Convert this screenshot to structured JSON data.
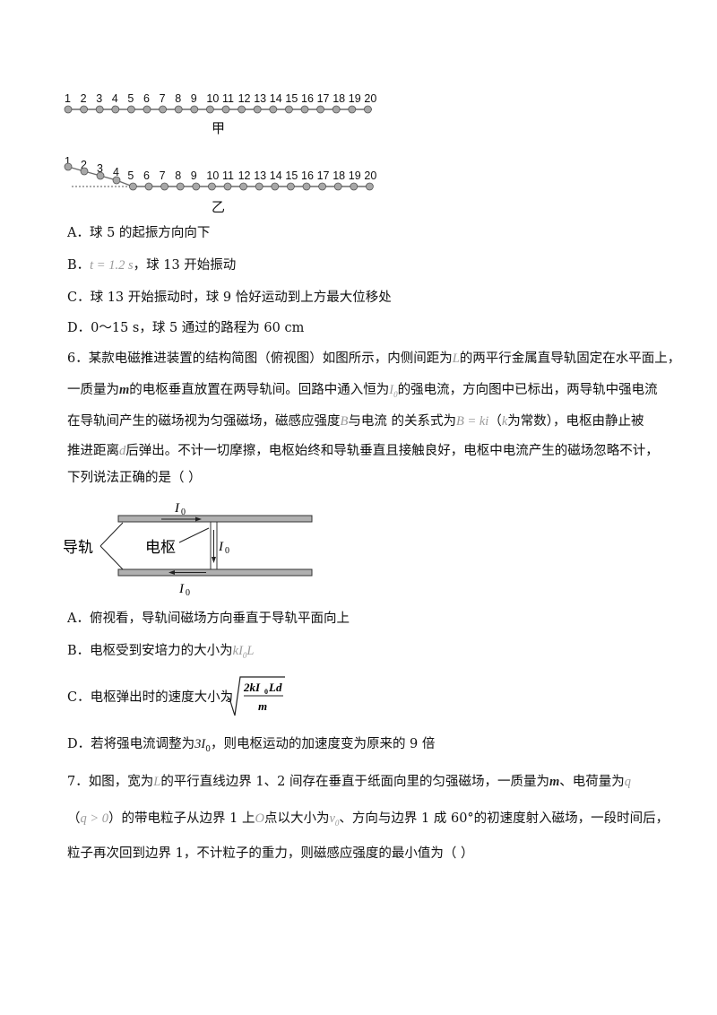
{
  "figure_jia": {
    "numbers": [
      "1",
      "2",
      "3",
      "4",
      "5",
      "6",
      "7",
      "8",
      "9",
      "10",
      "11",
      "12",
      "13",
      "14",
      "15",
      "16",
      "17",
      "18",
      "19",
      "20"
    ],
    "caption": "甲"
  },
  "figure_yi": {
    "numbers": [
      "1",
      "2",
      "3",
      "4",
      "5",
      "6",
      "7",
      "8",
      "9",
      "10",
      "11",
      "12",
      "13",
      "14",
      "15",
      "16",
      "17",
      "18",
      "19",
      "20"
    ],
    "caption": "乙"
  },
  "q5_options": {
    "A": "A．球 5 的起振方向向下",
    "B_prefix": "B．",
    "B_math": "t = 1.2 s",
    "B_suffix": "，球 13 开始振动",
    "C": "C．球 13 开始振动时，球 9 恰好运动到上方最大位移处",
    "D": "D．0～15 s，球 5 通过的路程为 60 cm"
  },
  "q6": {
    "l1_a": "6．某款电磁推进装置的结构简图（俯视图）如图所示，内侧间距为",
    "L": "L",
    "l1_b": "的两平行金属直导轨固定在水平面上，",
    "l2_a": "一质量为",
    "m": "m",
    "l2_b": "的电枢垂直放置在两导轨间。回路中通入恒为",
    "I0": "I",
    "I0_sub": "0",
    "l2_c": "的强电流，方向图中已标出，两导轨中强电流",
    "l3_a": "在导轨间产生的磁场视为匀强磁场，磁感应强度",
    "B": "B",
    "l3_b": "与电流  的关系式为",
    "formula": "B = ki",
    "l3_c": "（",
    "k": "k",
    "l3_d": "为常数），电枢由静止被",
    "l4_a": "推进距离",
    "d": "d",
    "l4_b": "后弹出。不计一切摩擦，电枢始终和导轨垂直且接触良好，电枢中电流产生的磁场忽略不计，",
    "l5": "下列说法正确的是（        ）"
  },
  "rail_figure": {
    "label_rail": "导轨",
    "label_armature": "电枢",
    "current": "I",
    "current_sub": "0"
  },
  "q6_options": {
    "A": "A．俯视看，导轨间磁场方向垂直于导轨平面向上",
    "B_prefix": "B．电枢受到安培力的大小为",
    "B_math": "kI",
    "B_sub": "0",
    "B_L": "L",
    "C_prefix": "C．电枢弹出时的速度大小为",
    "C_num": "2kI",
    "C_num_sub": "0",
    "C_num_rest": "Ld",
    "C_den": "m",
    "D_prefix": "D．若将强电流调整为",
    "D_math": "3I",
    "D_sub": "0",
    "D_suffix": "，则电枢运动的加速度变为原来的 9 倍"
  },
  "q7": {
    "l1_a": "7．如图，宽为",
    "L": "L",
    "l1_b": "的平行直线边界 1、2 间存在垂直于纸面向里的匀强磁场，一质量为",
    "m": "m",
    "l1_c": "、电荷量为",
    "q": "q",
    "l2_a": "（",
    "q_cond": "q > 0",
    "l2_b": "）的带电粒子从边界 1 上",
    "O": "O",
    "l2_c": "点以大小为",
    "v0": "v",
    "v0_sub": "0",
    "l2_d": "、方向与边界 1 成 60°的初速度射入磁场，一段时间后，",
    "l3": "粒子再次回到边界 1，不计粒子的重力，则磁感应强度的最小值为（        ）"
  }
}
